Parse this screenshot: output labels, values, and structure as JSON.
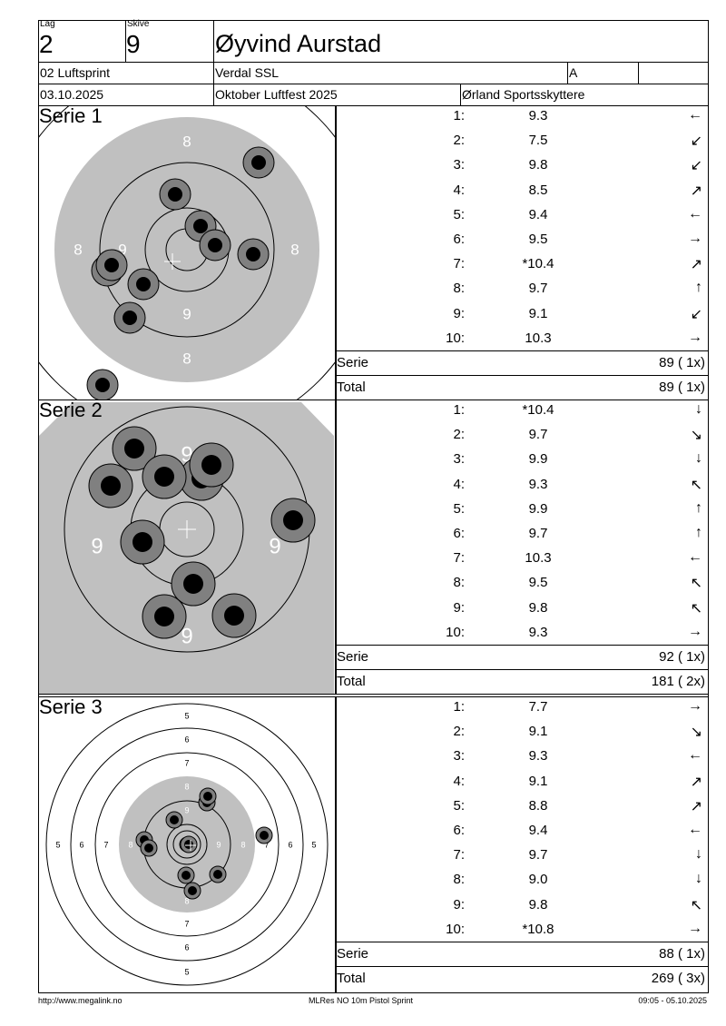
{
  "header": {
    "lag_label": "Lag",
    "lag": "2",
    "skive_label": "Skive",
    "skive": "9",
    "name": "Øyvind Aurstad",
    "klasse": "02 Luftsprint",
    "club": "Verdal SSL",
    "grade": "A",
    "date": "03.10.2025",
    "event": "Oktober Luftfest 2025",
    "organizer": "Ørland Sportsskyttere"
  },
  "series": [
    {
      "title": "Serie 1",
      "shots": [
        [
          "1:",
          "9.3",
          "←"
        ],
        [
          "2:",
          "7.5",
          "↙"
        ],
        [
          "3:",
          "9.8",
          "↙"
        ],
        [
          "4:",
          "8.5",
          "↗"
        ],
        [
          "5:",
          "9.4",
          "←"
        ],
        [
          "6:",
          "9.5",
          "→"
        ],
        [
          "7:",
          "*10.4",
          "↗"
        ],
        [
          "8:",
          "9.7",
          "↑"
        ],
        [
          "9:",
          "9.1",
          "↙"
        ],
        [
          "10:",
          "10.3",
          "→"
        ]
      ],
      "serie_label": "Serie",
      "serie": "89 ( 1x)",
      "total_label": "Total",
      "total": "89 ( 1x)",
      "ring_labels": [
        "8",
        "8",
        "8",
        "8",
        "9",
        "9"
      ]
    },
    {
      "title": "Serie 2",
      "shots": [
        [
          "1:",
          "*10.4",
          "↓"
        ],
        [
          "2:",
          "9.7",
          "↘"
        ],
        [
          "3:",
          "9.9",
          "↓"
        ],
        [
          "4:",
          "9.3",
          "↖"
        ],
        [
          "5:",
          "9.9",
          "↑"
        ],
        [
          "6:",
          "9.7",
          "↑"
        ],
        [
          "7:",
          "10.3",
          "←"
        ],
        [
          "8:",
          "9.5",
          "↖"
        ],
        [
          "9:",
          "9.8",
          "↖"
        ],
        [
          "10:",
          "9.3",
          "→"
        ]
      ],
      "serie_label": "Serie",
      "serie": "92 ( 1x)",
      "total_label": "Total",
      "total": "181 ( 2x)",
      "ring_labels": [
        "9",
        "9",
        "9",
        "9"
      ]
    },
    {
      "title": "Serie 3",
      "shots": [
        [
          "1:",
          "7.7",
          "→"
        ],
        [
          "2:",
          "9.1",
          "↘"
        ],
        [
          "3:",
          "9.3",
          "←"
        ],
        [
          "4:",
          "9.1",
          "↗"
        ],
        [
          "5:",
          "8.8",
          "↗"
        ],
        [
          "6:",
          "9.4",
          "←"
        ],
        [
          "7:",
          "9.7",
          "↓"
        ],
        [
          "8:",
          "9.0",
          "↓"
        ],
        [
          "9:",
          "9.8",
          "↖"
        ],
        [
          "10:",
          "*10.8",
          "→"
        ]
      ],
      "serie_label": "Serie",
      "serie": "88 ( 1x)",
      "total_label": "Total",
      "total": "269 ( 3x)",
      "ring_labels": [
        "5",
        "6",
        "7",
        "8",
        "9",
        "9",
        "8",
        "7",
        "6",
        "5",
        "5",
        "6",
        "7",
        "8",
        "9",
        "8",
        "7",
        "6",
        "5"
      ]
    }
  ],
  "footer": {
    "url": "http://www.megalink.no",
    "program": "MLRes NO  10m Pistol Sprint",
    "timestamp": "09:05 - 05.10.2025"
  }
}
